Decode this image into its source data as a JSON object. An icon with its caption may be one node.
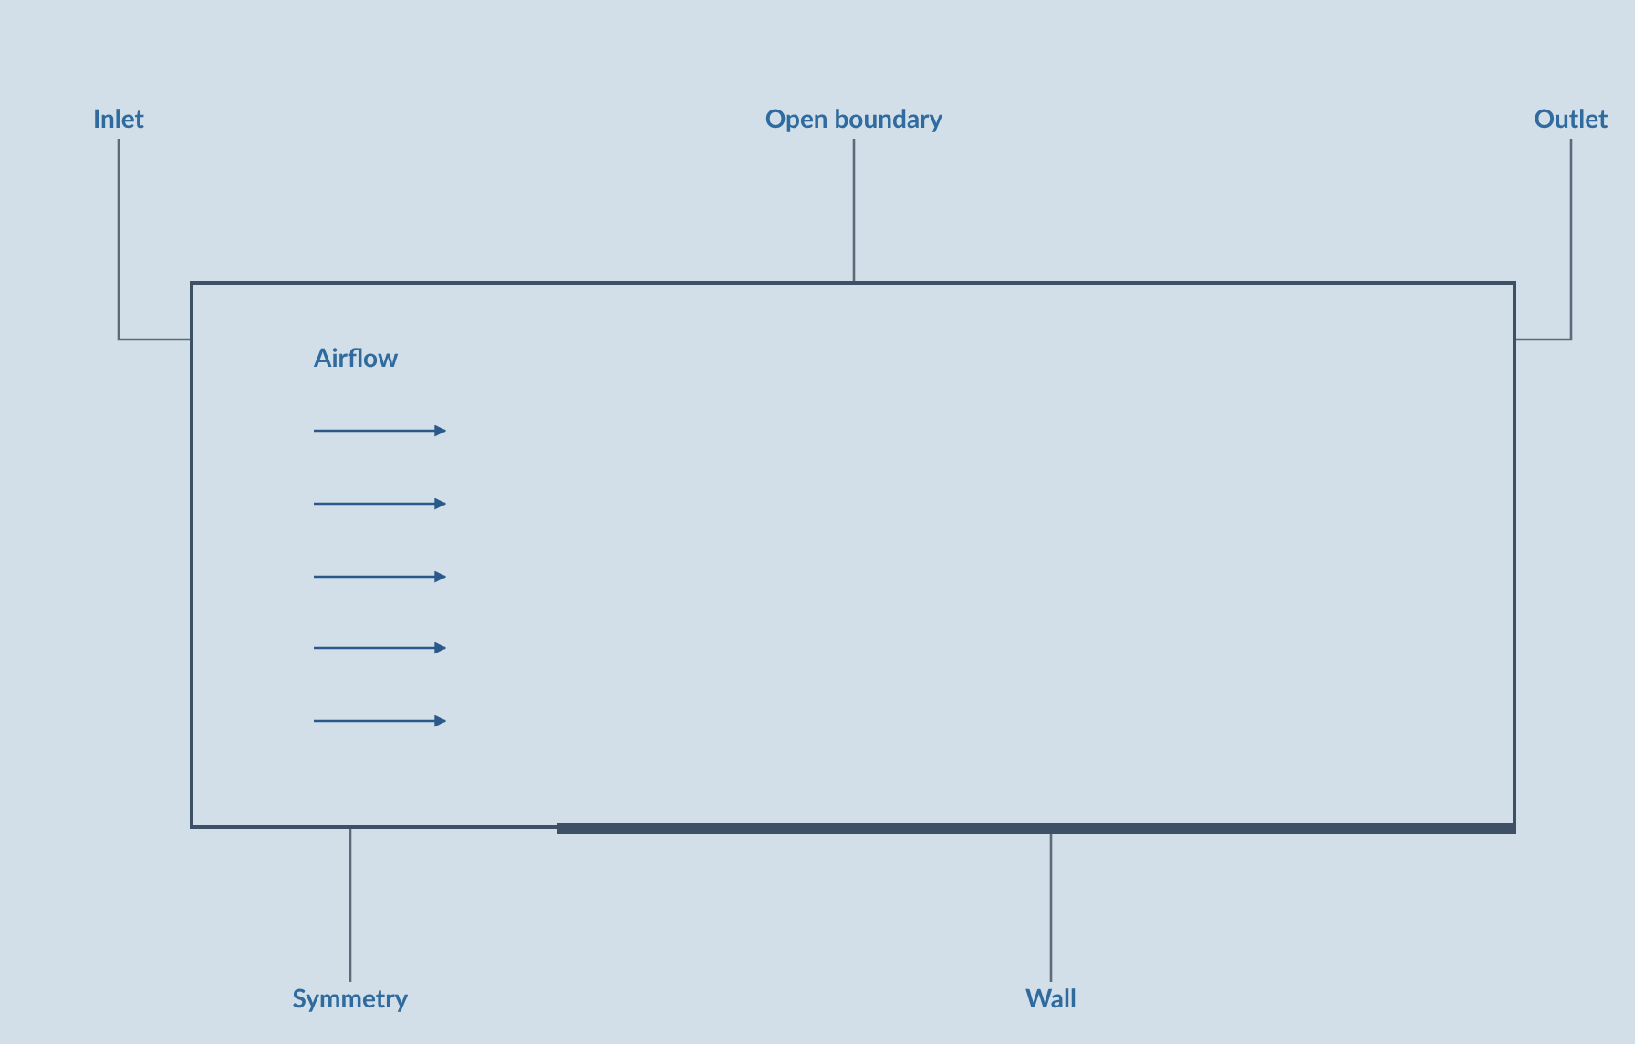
{
  "diagram": {
    "nodes": [
      {
        "text": [
          "Airflow"
        ]
      },
      {
        "text": [
          "Inlet"
        ]
      },
      {
        "text": [
          "Open boundary"
        ]
      },
      {
        "text": [
          "Outlet"
        ]
      },
      {
        "text": [
          "Symmetry"
        ]
      },
      {
        "text": [
          "Wall"
        ]
      },
      {
        "text": [],
        "shape": "bar"
      },
      {
        "text": [],
        "shape": "bar"
      },
      {
        "text": [],
        "shape": "bar"
      },
      {
        "text": [],
        "shape": "bar"
      },
      {
        "text": [],
        "shape": "bar"
      }
    ],
    "edges": [
      {
        "from": 1,
        "to": 6,
        "arrow": "none"
      },
      {
        "from": 2,
        "to": 7,
        "arrow": "none"
      },
      {
        "from": 3,
        "to": 8,
        "arrow": "none"
      },
      {
        "from": 4,
        "to": 9,
        "arrow": "none"
      },
      {
        "from": 5,
        "to": 10,
        "arrow": "none"
      }
    ]
  }
}
